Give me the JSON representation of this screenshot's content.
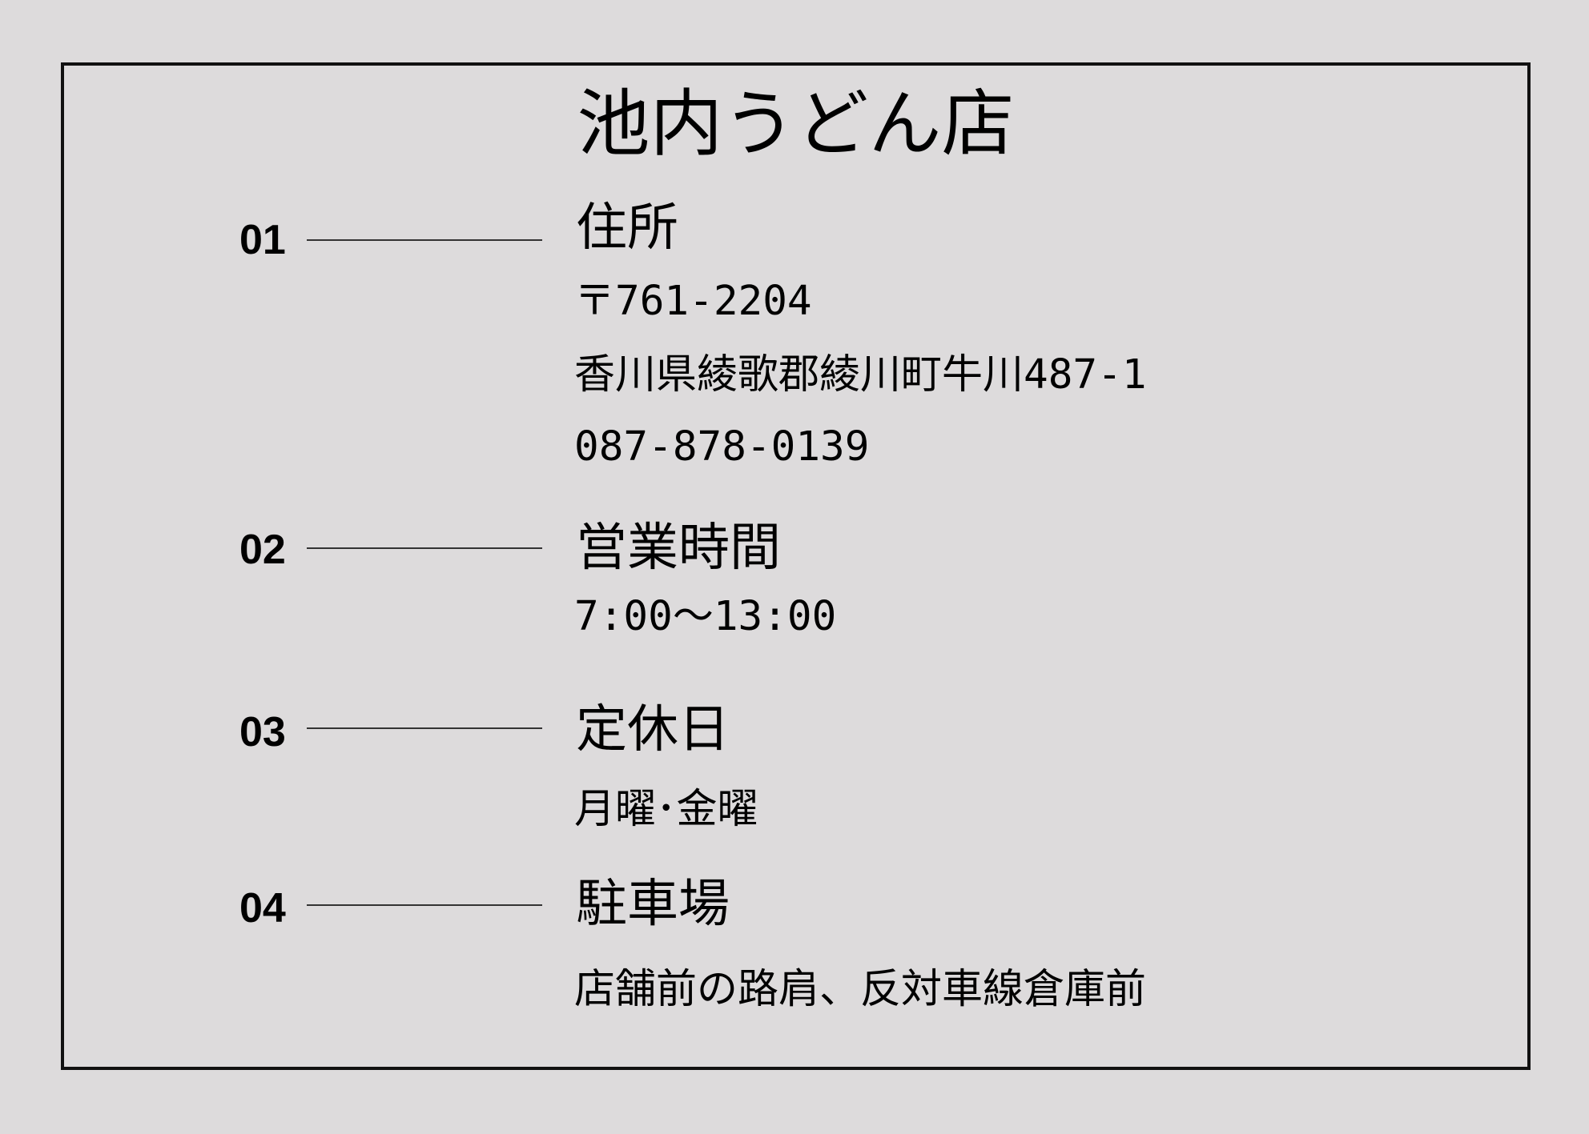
{
  "title": "池内うどん店",
  "sections": [
    {
      "number": "01",
      "heading": "住所",
      "lines": [
        "〒761-2204",
        "香川県綾歌郡綾川町牛川487-1",
        "087-878-0139"
      ]
    },
    {
      "number": "02",
      "heading": "営業時間",
      "lines": [
        "7:00～13:00"
      ]
    },
    {
      "number": "03",
      "heading": "定休日",
      "lines": [
        "月曜･金曜"
      ]
    },
    {
      "number": "04",
      "heading": "駐車場",
      "lines": [
        "店舗前の路肩、反対車線倉庫前"
      ]
    }
  ]
}
